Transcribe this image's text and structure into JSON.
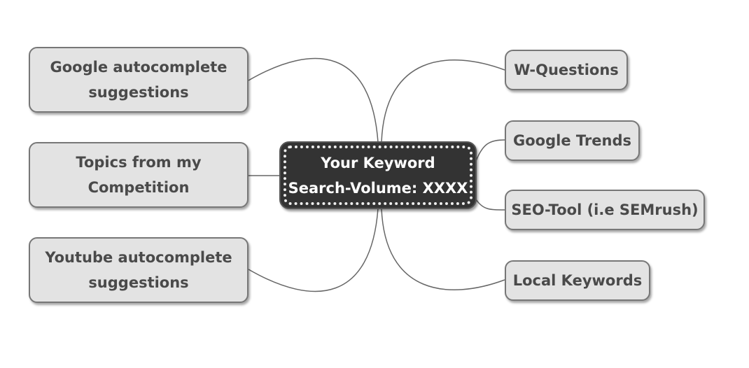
{
  "center": {
    "line1": "Your Keyword",
    "line2": "Search-Volume: XXXX"
  },
  "left_nodes": [
    {
      "line1": "Google autocomplete",
      "line2": "suggestions"
    },
    {
      "line1": "Topics from my",
      "line2": "Competition"
    },
    {
      "line1": "Youtube autocomplete",
      "line2": "suggestions"
    }
  ],
  "right_nodes": [
    {
      "label": "W-Questions"
    },
    {
      "label": "Google Trends"
    },
    {
      "label": "SEO-Tool (i.e SEMrush)"
    },
    {
      "label": "Local Keywords"
    }
  ],
  "colors": {
    "node_fill": "#e3e3e3",
    "center_fill": "#333333",
    "line": "#666666"
  }
}
